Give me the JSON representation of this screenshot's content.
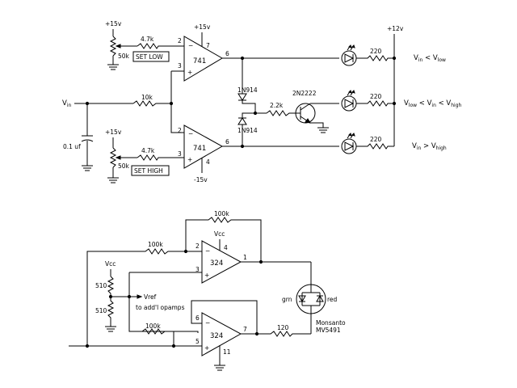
{
  "top_circuit": {
    "supply_pos": "+15v",
    "supply_neg": "-15v",
    "supply_12": "+12v",
    "r_47k": "4.7k",
    "pot_50k": "50k",
    "set_low": "SET LOW",
    "set_high": "SET HIGH",
    "opamp": "741",
    "pin2": "2",
    "pin3": "3",
    "pin4": "4",
    "pin6": "6",
    "pin7": "7",
    "vin": "V",
    "vin_sub": "in",
    "r_10k": "10k",
    "cap": "0.1 uf",
    "diode": "1N914",
    "r_22k": "2.2k",
    "transistor": "2N2222",
    "r_220": "220",
    "label_low": {
      "v": "V",
      "in": "in",
      "lt": " < V",
      "low": "low"
    },
    "label_mid": {
      "v1": "V",
      "low": "low",
      "lt1": " < V",
      "in": "in",
      "lt2": " < V",
      "high": "high"
    },
    "label_high": {
      "v": "V",
      "in": "in",
      "gt": " > V",
      "high": "high"
    }
  },
  "bottom_circuit": {
    "r_100k": "100k",
    "vcc": "Vcc",
    "opamp": "324",
    "pin1": "1",
    "pin2": "2",
    "pin3": "3",
    "pin4": "4",
    "pin5": "5",
    "pin6": "6",
    "pin7": "7",
    "pin11": "11",
    "r_510": "510",
    "vref": "Vref",
    "vref_note": "to add'l opamps",
    "r_120": "120",
    "grn": "grn",
    "red": "red",
    "led_maker": "Monsanto",
    "led_part": "MV5491"
  }
}
